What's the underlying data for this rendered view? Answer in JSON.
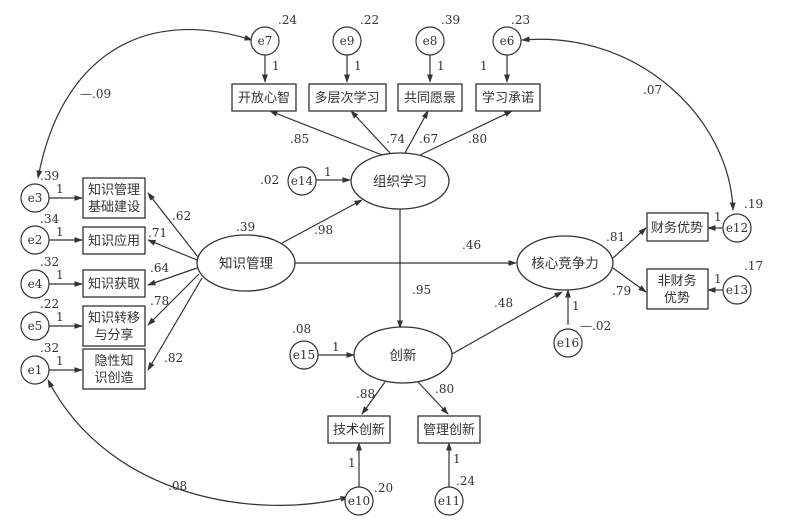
{
  "title": "知识管理、组织学习、创新与核心竞争力结构方程模型",
  "latent": {
    "km": "知识管理",
    "ol": "组织学习",
    "inno": "创新",
    "cc": "核心竞争力"
  },
  "observed": {
    "ol1": "开放心智",
    "ol2": "多层次学习",
    "ol3": "共同愿景",
    "ol4": "学习承诺",
    "km1a": "知识管理",
    "km1b": "基础建设",
    "km2": "知识应用",
    "km3": "知识获取",
    "km4a": "知识转移",
    "km4b": "与分享",
    "km5a": "隐性知",
    "km5b": "识创造",
    "cc1": "财务优势",
    "cc2a": "非财务",
    "cc2b": "优势",
    "in1": "技术创新",
    "in2": "管理创新"
  },
  "errors": {
    "e7": {
      "name": "e7",
      "var": ".24",
      "w": "1"
    },
    "e9": {
      "name": "e9",
      "var": ".22",
      "w": "1"
    },
    "e8": {
      "name": "e8",
      "var": ".39",
      "w": "1"
    },
    "e6": {
      "name": "e6",
      "var": ".23",
      "w": "1"
    },
    "e3": {
      "name": "e3",
      "var": ".39",
      "w": "1"
    },
    "e2": {
      "name": "e2",
      "var": ".34",
      "w": "1"
    },
    "e4": {
      "name": "e4",
      "var": ".32",
      "w": "1"
    },
    "e5": {
      "name": "e5",
      "var": ".22",
      "w": "1"
    },
    "e1": {
      "name": "e1",
      "var": ".32",
      "w": "1"
    },
    "e14": {
      "name": "e14",
      "var": ".02",
      "w": "1"
    },
    "e15": {
      "name": "e15",
      "var": ".08",
      "w": "1"
    },
    "e16": {
      "name": "e16",
      "var": "—.02",
      "w": "1"
    },
    "e12": {
      "name": "e12",
      "var": ".19",
      "w": "1"
    },
    "e13": {
      "name": "e13",
      "var": ".17",
      "w": "1"
    },
    "e10": {
      "name": "e10",
      "var": ".20",
      "w": "1"
    },
    "e11": {
      "name": "e11",
      "var": ".24",
      "w": "1"
    }
  },
  "km_r2": ".39",
  "loadings": {
    "ol1": ".85",
    "ol2": ".74",
    "ol3": ".67",
    "ol4": ".80",
    "km1": ".62",
    "km2": ".71",
    "km3": ".64",
    "km4": ".78",
    "km5": ".82",
    "cc1": ".81",
    "cc2": ".79",
    "in1": ".88",
    "in2": ".80"
  },
  "paths": {
    "km_ol": ".98",
    "km_cc": ".46",
    "ol_inno": ".95",
    "inno_cc": ".48"
  },
  "covariances": {
    "e7_e3": "—.09",
    "e6_e12": ".07",
    "e1_e10": ".08"
  }
}
